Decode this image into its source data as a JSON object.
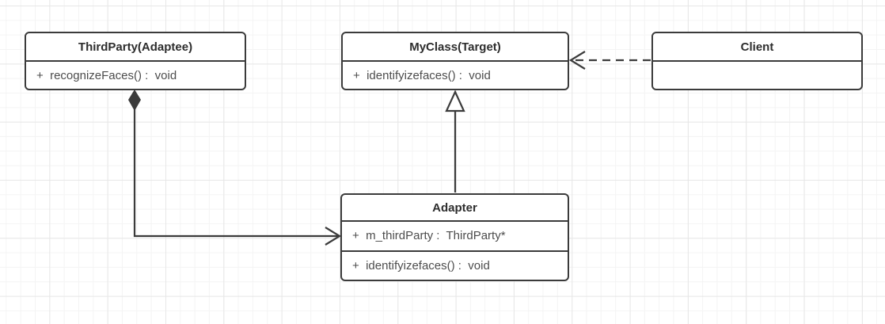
{
  "canvas": {
    "background_color": "#ffffff",
    "grid_major_color": "#e7e7e7",
    "grid_minor_color": "#f4f4f4",
    "stroke_color": "#3b3b3b"
  },
  "classes": {
    "thirdparty": {
      "title": "ThirdParty(Adaptee)",
      "members": [
        "+  recognizeFaces() :  void"
      ]
    },
    "myclass": {
      "title": "MyClass(Target)",
      "members": [
        "+  identifyizefaces() :  void"
      ]
    },
    "client": {
      "title": "Client",
      "members": []
    },
    "adapter": {
      "title": "Adapter",
      "attributes": [
        "+  m_thirdParty :  ThirdParty*"
      ],
      "methods": [
        "+  identifyizefaces() :  void"
      ]
    }
  },
  "relations": [
    {
      "type": "composition",
      "from": "adapter",
      "to": "thirdparty",
      "marker_at_thirdparty": "filled-diamond",
      "marker_at_adapter": "open-arrow",
      "line_style": "solid"
    },
    {
      "type": "generalization",
      "from": "adapter",
      "to": "myclass",
      "marker_at_myclass": "hollow-triangle",
      "line_style": "solid"
    },
    {
      "type": "dependency",
      "from": "client",
      "to": "myclass",
      "marker_at_myclass": "open-arrow",
      "line_style": "dashed"
    }
  ]
}
